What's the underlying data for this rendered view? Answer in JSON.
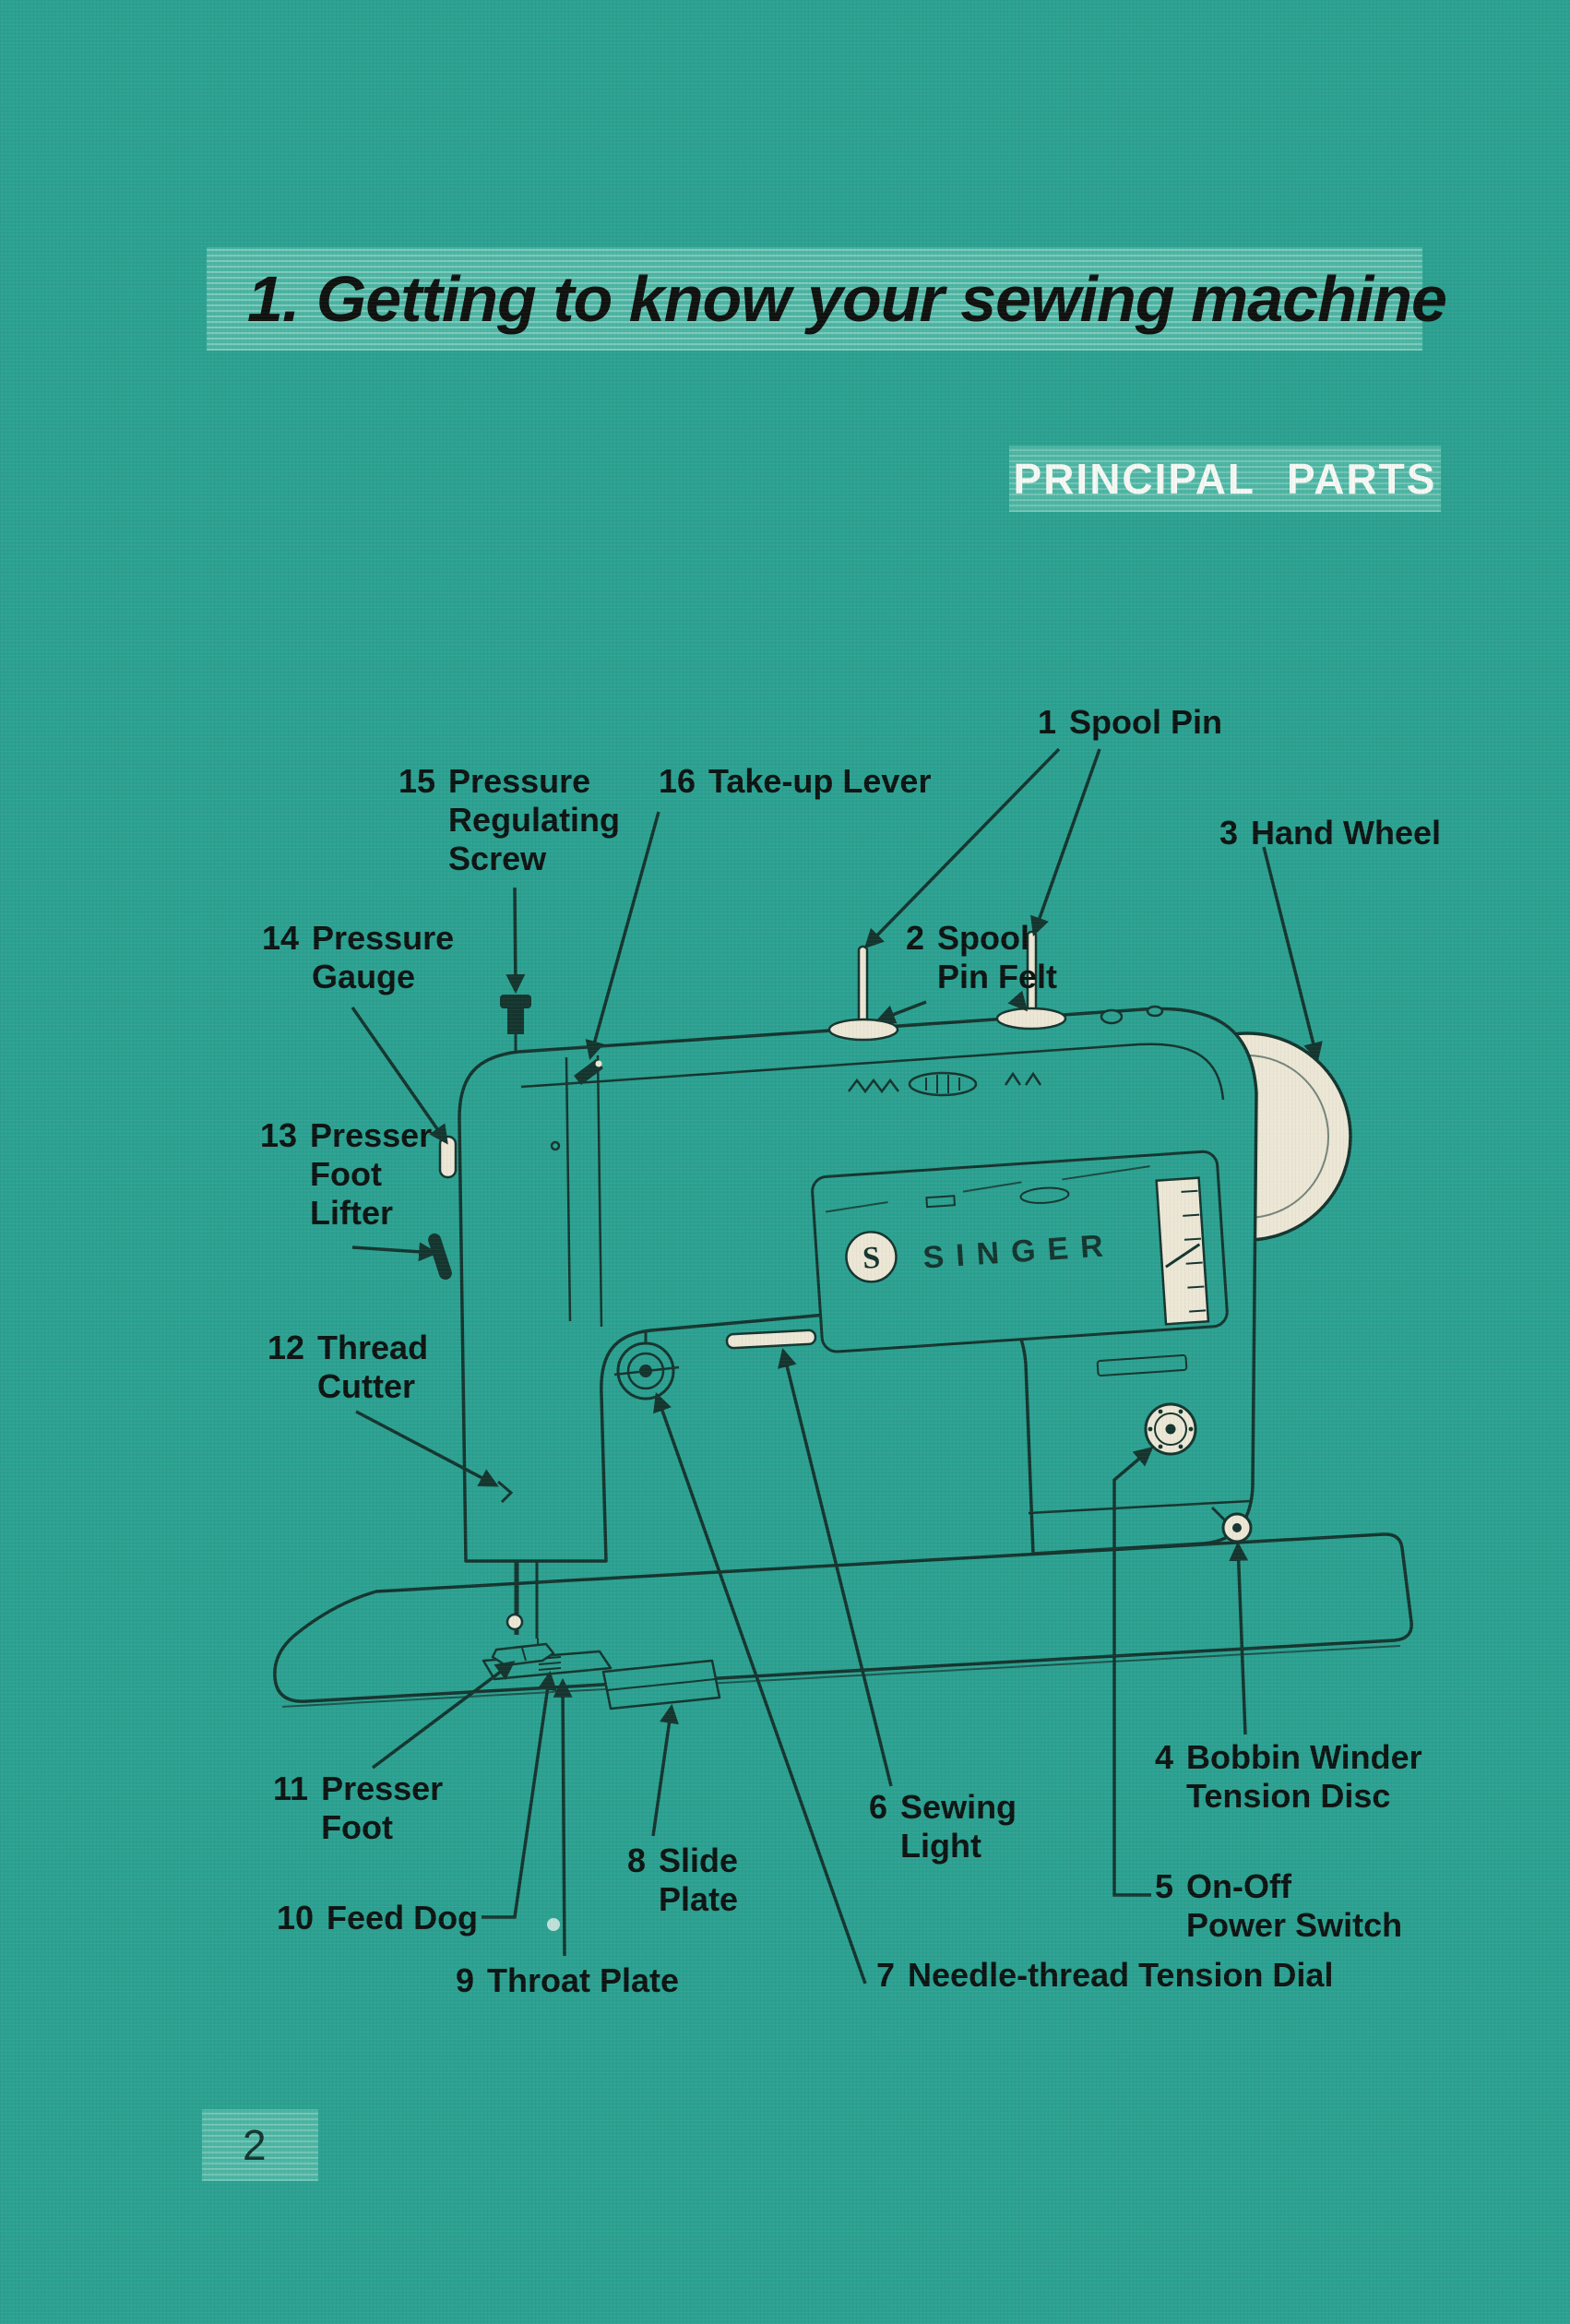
{
  "page": {
    "title": "1. Getting to know your sewing machine",
    "section_heading": "PRINCIPAL PARTS",
    "page_number": "2"
  },
  "machine": {
    "brand": "SINGER",
    "medallion": "S"
  },
  "labels": [
    {
      "num": "1",
      "text": "Spool Pin"
    },
    {
      "num": "2",
      "text": "Spool\nPin Felt"
    },
    {
      "num": "3",
      "text": "Hand Wheel"
    },
    {
      "num": "4",
      "text": "Bobbin Winder\nTension Disc"
    },
    {
      "num": "5",
      "text": "On-Off\nPower Switch"
    },
    {
      "num": "6",
      "text": "Sewing\nLight"
    },
    {
      "num": "7",
      "text": "Needle-thread Tension Dial"
    },
    {
      "num": "8",
      "text": "Slide\nPlate"
    },
    {
      "num": "9",
      "text": "Throat Plate"
    },
    {
      "num": "10",
      "text": "Feed Dog"
    },
    {
      "num": "11",
      "text": "Presser\nFoot"
    },
    {
      "num": "12",
      "text": "Thread\nCutter"
    },
    {
      "num": "13",
      "text": "Presser\nFoot\nLifter"
    },
    {
      "num": "14",
      "text": "Pressure\nGauge"
    },
    {
      "num": "15",
      "text": "Pressure\nRegulating\nScrew"
    },
    {
      "num": "16",
      "text": "Take-up Lever"
    }
  ],
  "colors": {
    "background": "#2ca191",
    "strip": "#4cb5a3",
    "ink": "#15352f",
    "cream": "#ece7d5"
  }
}
